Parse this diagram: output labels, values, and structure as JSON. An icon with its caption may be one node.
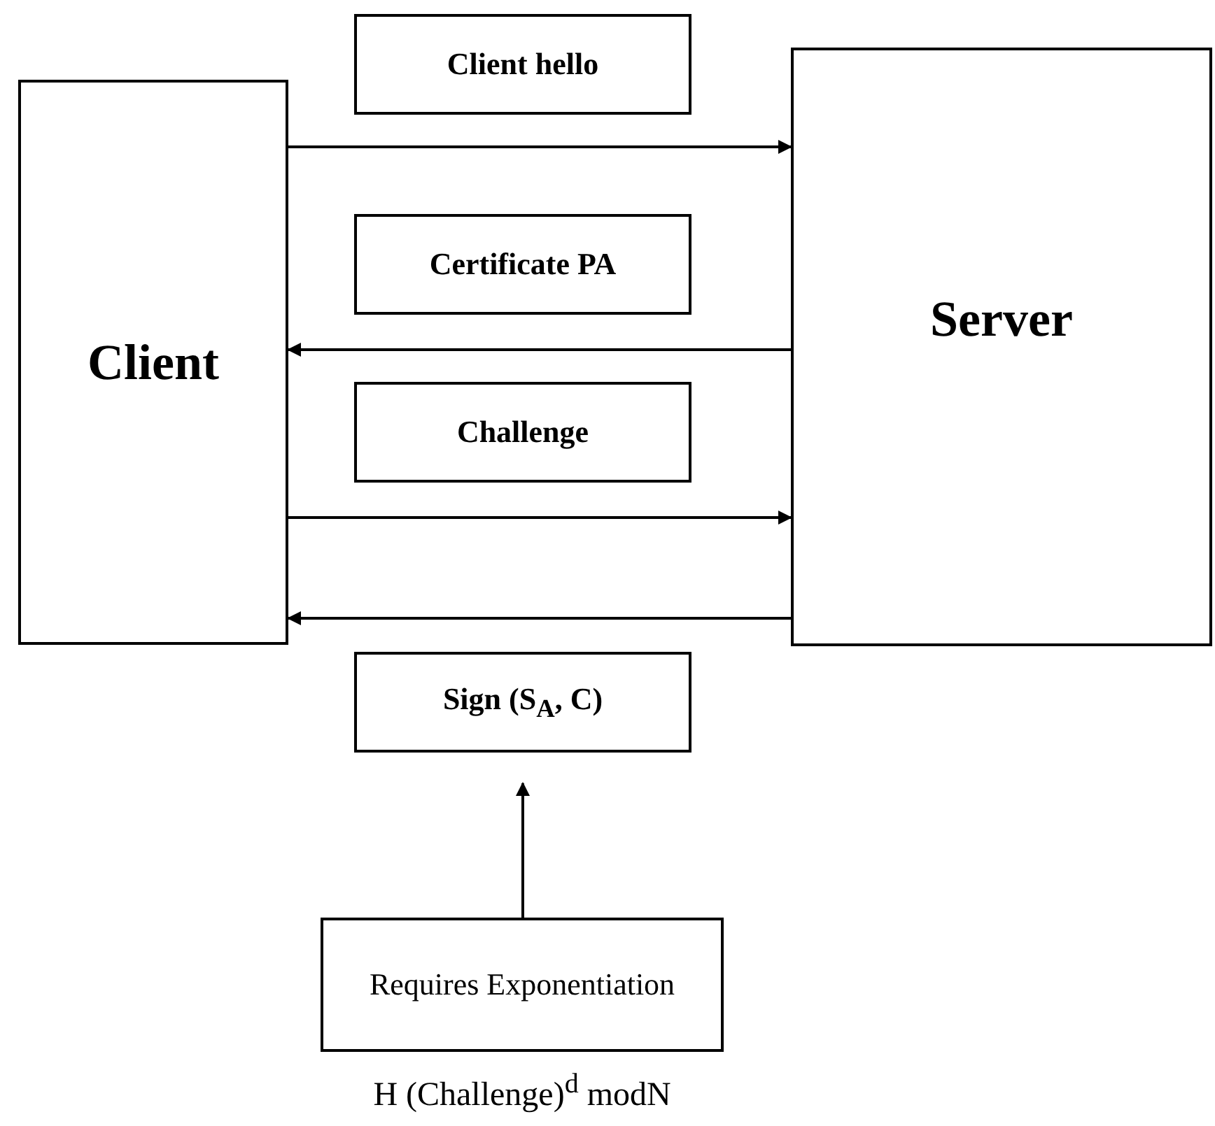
{
  "diagram": {
    "nodes": [
      {
        "text": [
          "Client"
        ]
      },
      {
        "text": [
          "Server"
        ]
      },
      {
        "text": [
          "Client hello"
        ]
      },
      {
        "text": [
          "Certificate PA"
        ]
      },
      {
        "text": [
          "Challenge"
        ]
      },
      {
        "text": [
          "Sign (S$_{A}$, C)"
        ]
      },
      {
        "text": [
          "Requires Exponentiation"
        ],
        "beside": [
          "H (Challenge)$^{d}$ modN"
        ]
      }
    ],
    "edges": [
      {
        "from": 0,
        "to": 1,
        "arrow": "to"
      },
      {
        "from": 1,
        "to": 0,
        "arrow": "to"
      },
      {
        "from": 0,
        "to": 1,
        "arrow": "to"
      },
      {
        "from": 1,
        "to": 0,
        "arrow": "to"
      },
      {
        "from": 6,
        "to": 5,
        "arrow": "to"
      }
    ]
  }
}
